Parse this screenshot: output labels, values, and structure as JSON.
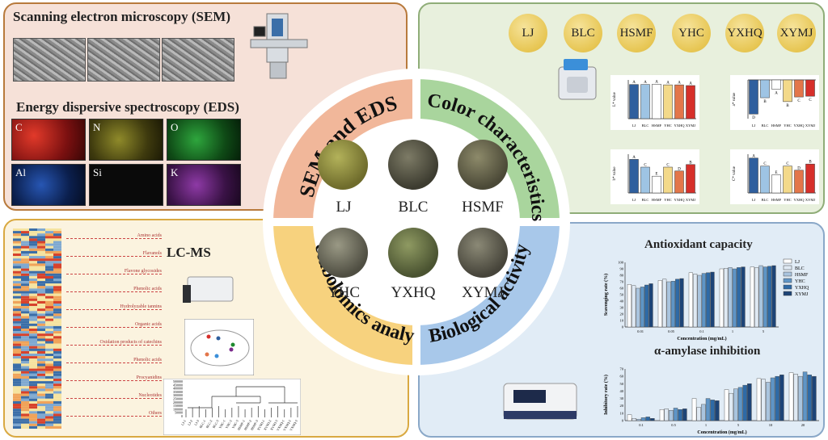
{
  "sem_panel": {
    "title": "Scanning electron microscopy (SEM)",
    "eds_title": "Energy dispersive spectroscopy (EDS)",
    "elements": [
      {
        "label": "C",
        "color": "#c0231f"
      },
      {
        "label": "N",
        "color": "#8a7d1e"
      },
      {
        "label": "O",
        "color": "#1e8a2e"
      },
      {
        "label": "Al",
        "color": "#1f4fa6"
      },
      {
        "label": "Si",
        "color": "#1a1a1a"
      },
      {
        "label": "K",
        "color": "#7a2b8c"
      }
    ]
  },
  "color_panel": {
    "samples": [
      "LJ",
      "BLC",
      "HSMF",
      "YHC",
      "YXHQ",
      "XYMJ"
    ],
    "bar_colors": [
      "#2f5f9e",
      "#9ec4e4",
      "#ffffff",
      "#f3d98a",
      "#e3764a",
      "#d62f2a"
    ],
    "charts": [
      {
        "ylabel": "L* value",
        "values": [
          97,
          97,
          98,
          96,
          96,
          94
        ],
        "letters": [
          "A",
          "A",
          "A",
          "A",
          "A",
          "A"
        ],
        "ylim": [
          0,
          110
        ],
        "ticks": [
          "0",
          "20",
          "40",
          "60",
          "80",
          "100"
        ]
      },
      {
        "ylabel": "a* value",
        "values": [
          -4.4,
          -2.3,
          -1.2,
          -2.8,
          -2.2,
          -2.1
        ],
        "letters": [
          "D",
          "B",
          "A",
          "B",
          "C",
          "C"
        ],
        "ylim": [
          -5,
          0
        ],
        "ticks": [
          "0",
          "-1",
          "-2",
          "-3",
          "-4",
          "-5"
        ]
      },
      {
        "ylabel": "b* value",
        "values": [
          13,
          10,
          6.5,
          10,
          8.5,
          11
        ],
        "letters": [
          "A",
          "C",
          "E",
          "C",
          "D",
          "B"
        ],
        "ylim": [
          0,
          15
        ],
        "ticks": [
          "0",
          "5",
          "10",
          "15"
        ]
      },
      {
        "ylabel": "C* value",
        "values": [
          13.5,
          10.4,
          7,
          10.4,
          8.8,
          11.2
        ],
        "letters": [
          "A",
          "C",
          "E",
          "C",
          "D",
          "B"
        ],
        "ylim": [
          0,
          15
        ],
        "ticks": [
          "0",
          "5",
          "10",
          "15"
        ]
      }
    ]
  },
  "center": {
    "sections": [
      "SEM and EDS",
      "Color characteristics",
      "Metabolomics analysis",
      "Biological activity"
    ],
    "teas": [
      "LJ",
      "BLC",
      "HSMF",
      "YHC",
      "YXHQ",
      "XYMJ"
    ],
    "tea_colors": [
      "#8c8a3c",
      "#5b5a49",
      "#6d6a50",
      "#6e6d5a",
      "#667046",
      "#5e5c4c"
    ]
  },
  "metabolomics_panel": {
    "method": "LC-MS",
    "categories": [
      "Amino acids",
      "Flavanols",
      "Flavone glycosides",
      "Phenolic acids",
      "Hydrolyzable tannins",
      "Organic acids",
      "Oxidation products of catechins",
      "Phenolic acids",
      "Procyanidins",
      "Nucleotides",
      "Others"
    ],
    "dendrogram_samples": [
      "LJ-1",
      "LJ-2",
      "LJ-3",
      "BLC-1",
      "BLC-2",
      "BLC-3",
      "YHC-1",
      "YHC-2",
      "YHC-3",
      "HSMF-1",
      "HSMF-2",
      "HSMF-3",
      "XYMJ-1",
      "XYMJ-2",
      "XYMJ-3",
      "YXHQ-1",
      "YXHQ-2",
      "YXHQ-3"
    ],
    "dendrogram_ticks": [
      "500000",
      "450000",
      "400000",
      "350000",
      "300000",
      "250000",
      "200000",
      "150000",
      "100000",
      "50000",
      "0"
    ]
  },
  "bio_panel": {
    "antioxidant": {
      "title": "Antioxidant capacity",
      "ylabel": "Scavenging rate (%)",
      "xlabel": "Concentration (mg/mL)",
      "xticks": [
        "0.01",
        "0.05",
        "0.1",
        "1",
        "5"
      ],
      "yticks": [
        "0",
        "10",
        "20",
        "30",
        "40",
        "50",
        "60",
        "70",
        "80",
        "90",
        "100"
      ],
      "series": [
        {
          "name": "LJ",
          "values": [
            66,
            72,
            84,
            90,
            93
          ]
        },
        {
          "name": "BLC",
          "values": [
            64,
            74,
            82,
            91,
            92
          ]
        },
        {
          "name": "HSMF",
          "values": [
            60,
            70,
            80,
            92,
            95
          ]
        },
        {
          "name": "YHC",
          "values": [
            62,
            71,
            83,
            90,
            93
          ]
        },
        {
          "name": "YXHQ",
          "values": [
            65,
            74,
            84,
            92,
            94
          ]
        },
        {
          "name": "XYMJ",
          "values": [
            67,
            75,
            85,
            93,
            95
          ]
        }
      ]
    },
    "amylase": {
      "title": "α-amylase inhibition",
      "ylabel": "Inhibitory rate (%)",
      "xlabel": "Concentration (mg/mL)",
      "xticks": [
        "0.1",
        "0.5",
        "1",
        "5",
        "10",
        "20"
      ],
      "yticks": [
        "0",
        "10",
        "20",
        "30",
        "40",
        "50",
        "60",
        "70"
      ],
      "series": [
        {
          "name": "LJ",
          "values": [
            8,
            15,
            30,
            42,
            57,
            65
          ]
        },
        {
          "name": "BLC",
          "values": [
            3,
            16,
            18,
            37,
            56,
            63
          ]
        },
        {
          "name": "HSMF",
          "values": [
            2,
            14,
            22,
            43,
            52,
            60
          ]
        },
        {
          "name": "YHC",
          "values": [
            4,
            17,
            30,
            45,
            58,
            66
          ]
        },
        {
          "name": "YXHQ",
          "values": [
            5,
            15,
            28,
            48,
            60,
            62
          ]
        },
        {
          "name": "XYMJ",
          "values": [
            3,
            16,
            27,
            50,
            62,
            60
          ]
        }
      ]
    }
  }
}
